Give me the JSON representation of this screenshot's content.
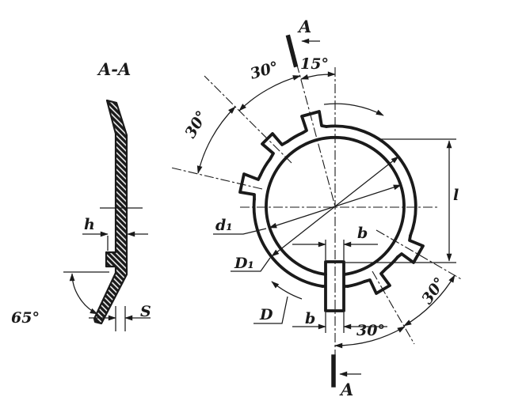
{
  "drawing": {
    "section_view": {
      "title": "A-A",
      "tab_height_dim": "h",
      "bend_angle_dim": "65°",
      "thickness_dim": "S"
    },
    "face_view": {
      "section_label_top": "A",
      "section_label_bottom": "A",
      "offset_angle_dim": "15°",
      "tab_angle_dims": [
        "30°",
        "30°",
        "30°",
        "30°"
      ],
      "bore_dia_dim": "d₁",
      "plate_dia_dim": "D₁",
      "overall_dia_dim": "D",
      "inner_tab_width_dim": "b",
      "outer_tab_width_dim": "b",
      "slot_length_dim": "l"
    },
    "ink_color": "#1a1a1a",
    "paper_color": "#ffffff"
  }
}
